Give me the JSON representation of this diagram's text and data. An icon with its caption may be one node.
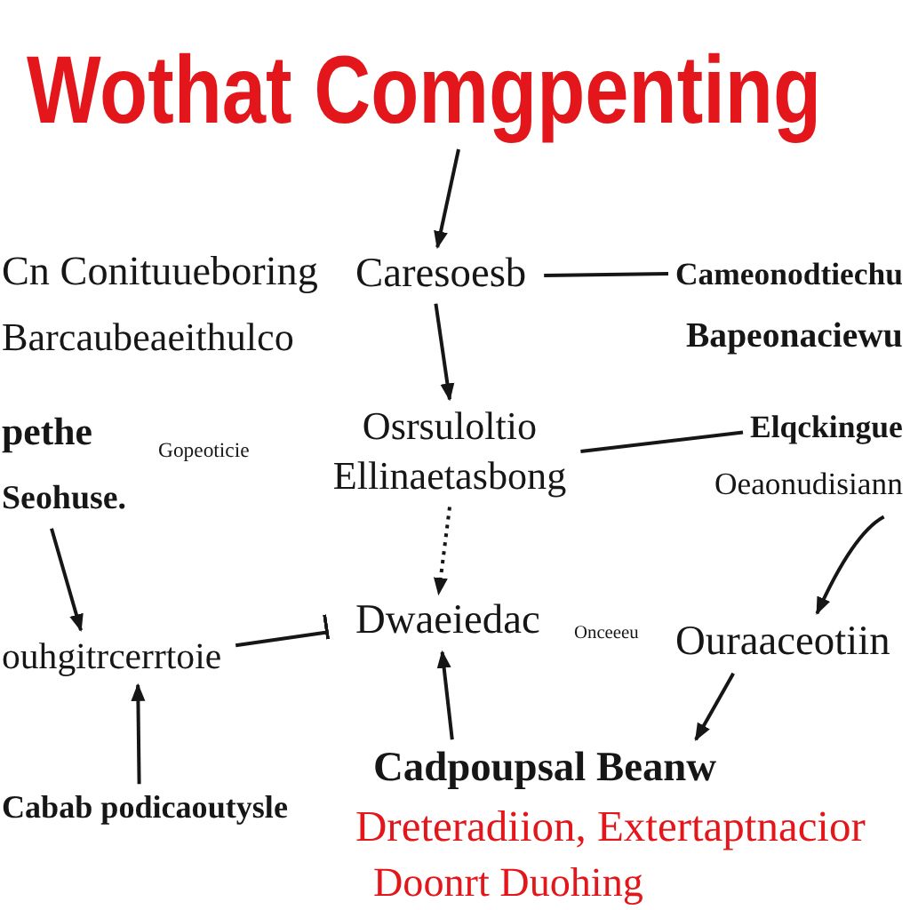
{
  "diagram": {
    "title": "Wothat Comgpenting",
    "nodes": [
      {
        "text": [
          "Caresoesb"
        ]
      },
      {
        "text": [
          "Cameonodtiechu"
        ]
      },
      {
        "text": [
          "Osrsuloltio",
          "Ellinaetasbong"
        ]
      },
      {
        "text": [
          "Elqckingue"
        ]
      },
      {
        "text": [
          "Seohuse."
        ]
      },
      {
        "text": [
          "Oeaonudisiann"
        ]
      },
      {
        "text": [
          "ouhgitrcerrtoie"
        ]
      },
      {
        "text": [
          "Dwaeiedac"
        ]
      },
      {
        "text": [
          "Ouraaceotiin"
        ]
      },
      {
        "text": [
          "Cadpoupsal Beanw"
        ]
      },
      {
        "text": [
          "Cabab podicaoutysle"
        ]
      }
    ],
    "edges": [
      {
        "from": null,
        "to": 0,
        "arrow": "to"
      },
      {
        "from": 0,
        "to": 1,
        "arrow": "none"
      },
      {
        "from": 0,
        "to": 2,
        "arrow": "to"
      },
      {
        "from": 2,
        "to": 3,
        "arrow": "none"
      },
      {
        "from": 4,
        "to": 6,
        "arrow": "to"
      },
      {
        "from": 5,
        "to": 8,
        "arrow": "to"
      },
      {
        "from": 2,
        "to": 7,
        "arrow": "to",
        "style": "dashed"
      },
      {
        "from": 6,
        "to": 7,
        "arrow": "other"
      },
      {
        "from": 9,
        "to": 7,
        "arrow": "to"
      },
      {
        "from": 10,
        "to": 6,
        "arrow": "to"
      },
      {
        "from": 8,
        "to": 9,
        "arrow": "to"
      }
    ],
    "labels": [
      "Cn Conituueboring",
      "Barcaubeaeithulco",
      "Bapeonaciewu",
      "pethe",
      "Gopeoticie",
      "Onceeeu",
      "Dreteradiion, Extertaptnacior",
      "Doonrt Duohing"
    ]
  }
}
